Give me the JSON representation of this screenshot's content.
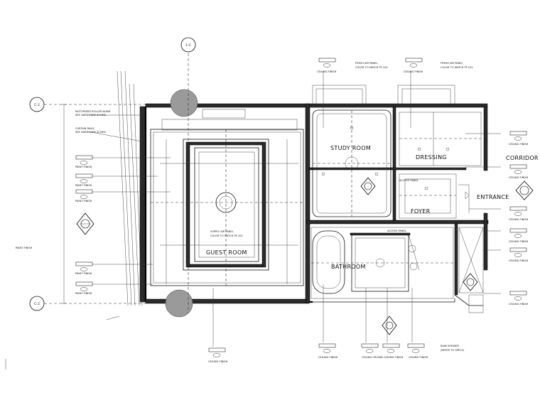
{
  "grid": {
    "top_bubble": "1-C",
    "left_bubble_top": "C-2",
    "left_bubble_bottom": "C-2"
  },
  "rooms": {
    "study_room": "STUDY ROOM",
    "dressing": "DRESSING",
    "corridor": "CORRIDOR",
    "entrance": "ENTRANCE",
    "foyer": "FOYER",
    "guest_room": "GUEST ROOM",
    "bathroom": "BATHROOM"
  },
  "notes": {
    "motorized_blind": "MOTORIZED ROLLER BLIND",
    "hardware_note": "SEE HARDWARE SCHED.",
    "curtain_rails": "CURTAIN RAILS",
    "paint_finish": "PAINT FINISH",
    "ceiling_finish": "CEILING FINISH",
    "ceiling_crown": "CEILING CROWN",
    "fresh_air_panel": "FRESH AIR PANEL",
    "color_match": "COLOR TO MATCH PT-102",
    "supply_air_panel": "SUPPLY AIR PANEL",
    "rain_shower": "RAIN SHOWER",
    "refer_specs": "(REFER TO SPECS)",
    "access_panel": "ACCESS PANEL"
  }
}
